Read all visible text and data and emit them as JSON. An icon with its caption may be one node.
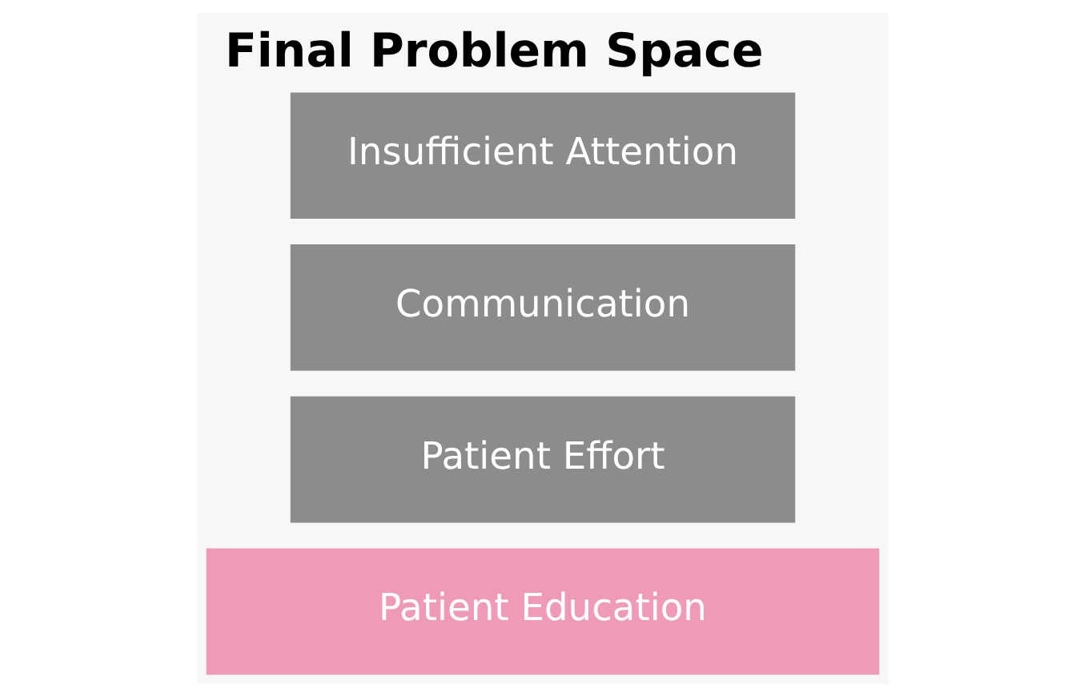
{
  "diagram": {
    "title": "Final Problem Space",
    "nodes": [
      {
        "text": [
          "Patient Education"
        ]
      },
      {
        "text": [
          "Patient Effort"
        ]
      },
      {
        "text": [
          "Communication"
        ]
      },
      {
        "text": [
          "Insufficient Attention"
        ]
      }
    ]
  }
}
